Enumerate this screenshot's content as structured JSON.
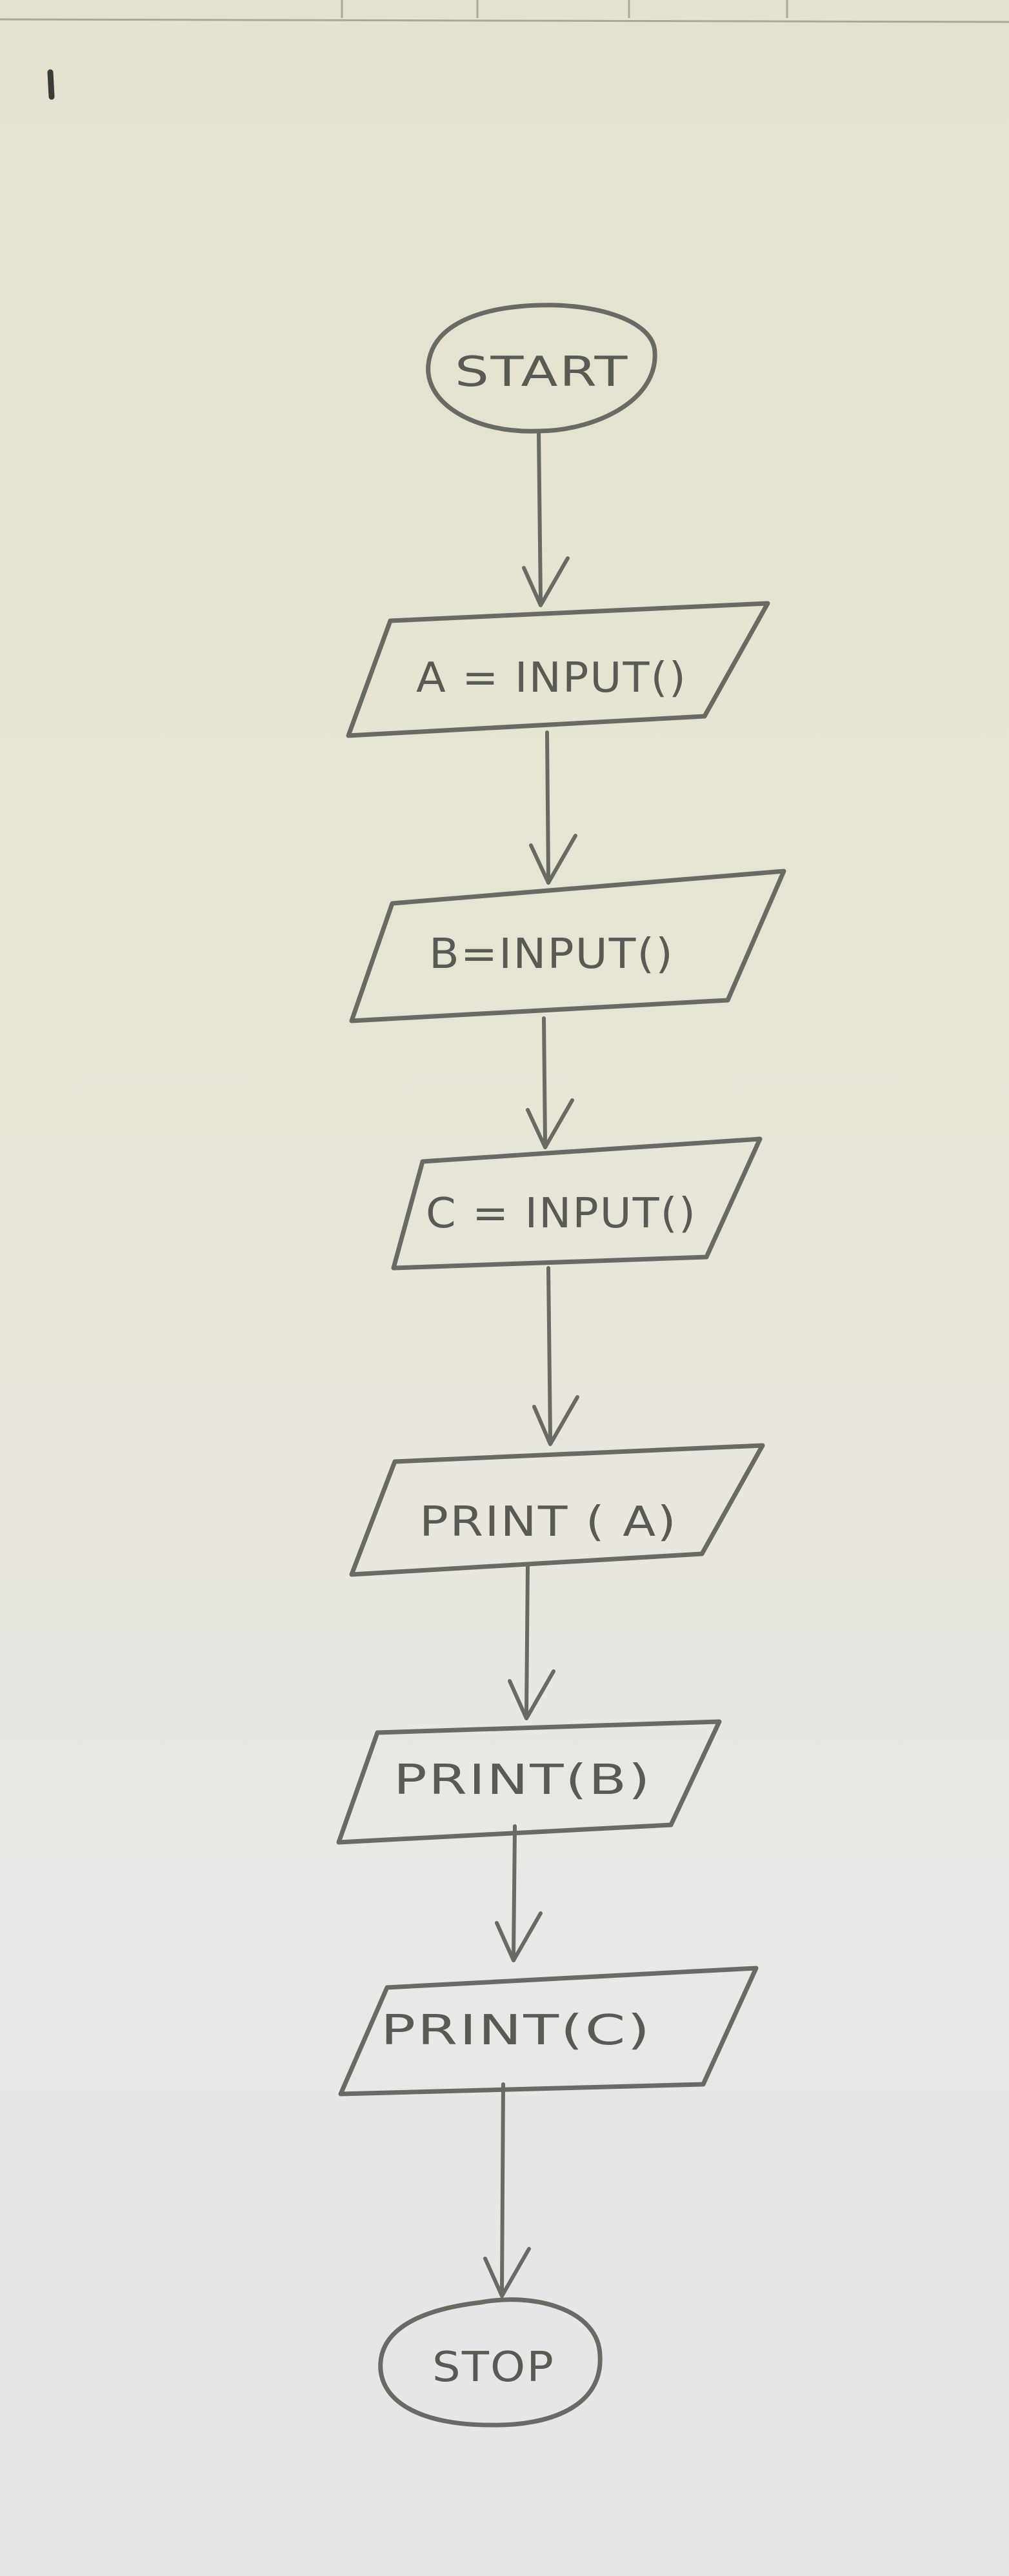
{
  "diagram": {
    "nodes": [
      {
        "id": "start",
        "shape": "terminal",
        "label": "START"
      },
      {
        "id": "input-a",
        "shape": "io",
        "label": "A = INPUT()"
      },
      {
        "id": "input-b",
        "shape": "io",
        "label": "B=INPUT()"
      },
      {
        "id": "input-c",
        "shape": "io",
        "label": "C = INPUT()"
      },
      {
        "id": "print-a",
        "shape": "io",
        "label": "PRINT ( A)"
      },
      {
        "id": "print-b",
        "shape": "io",
        "label": "PRINT(B)"
      },
      {
        "id": "print-c",
        "shape": "io",
        "label": "PRINT(C)"
      },
      {
        "id": "stop",
        "shape": "terminal",
        "label": "STOP"
      }
    ],
    "edges": [
      {
        "from": "start",
        "to": "input-a"
      },
      {
        "from": "input-a",
        "to": "input-b"
      },
      {
        "from": "input-b",
        "to": "input-c"
      },
      {
        "from": "input-c",
        "to": "print-a"
      },
      {
        "from": "print-a",
        "to": "print-b"
      },
      {
        "from": "print-b",
        "to": "print-c"
      },
      {
        "from": "print-c",
        "to": "stop"
      }
    ]
  }
}
